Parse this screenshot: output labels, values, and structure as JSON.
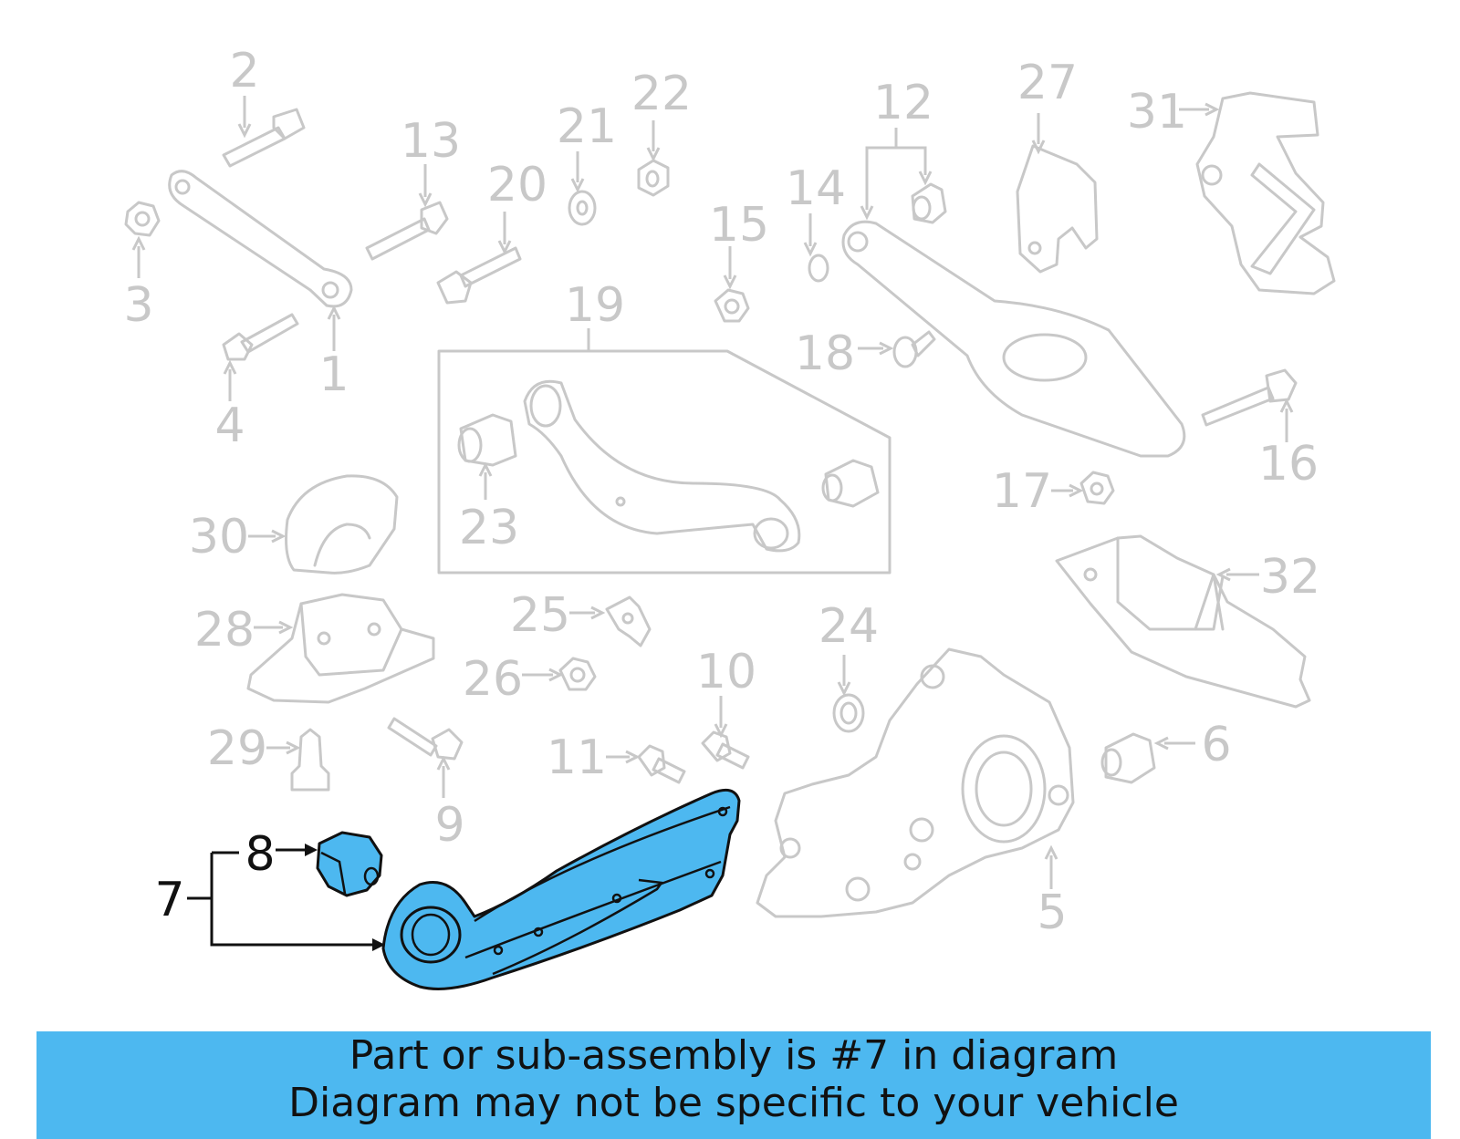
{
  "colors": {
    "highlight": "#4db8f0",
    "faded": "#c8c8c8",
    "ink": "#111111"
  },
  "callouts": {
    "c1": "1",
    "c2": "2",
    "c3": "3",
    "c4": "4",
    "c5": "5",
    "c6": "6",
    "c7": "7",
    "c8": "8",
    "c9": "9",
    "c10": "10",
    "c11": "11",
    "c12": "12",
    "c13": "13",
    "c14": "14",
    "c15": "15",
    "c16": "16",
    "c17": "17",
    "c18": "18",
    "c19": "19",
    "c20": "20",
    "c21": "21",
    "c22": "22",
    "c23": "23",
    "c24": "24",
    "c25": "25",
    "c26": "26",
    "c27": "27",
    "c28": "28",
    "c29": "29",
    "c30": "30",
    "c31": "31",
    "c32": "32"
  },
  "highlighted_callouts": [
    "7",
    "8"
  ],
  "banner": {
    "line1": "Part or sub-assembly is #7 in diagram",
    "line2": "Diagram may not be specific to your vehicle"
  }
}
